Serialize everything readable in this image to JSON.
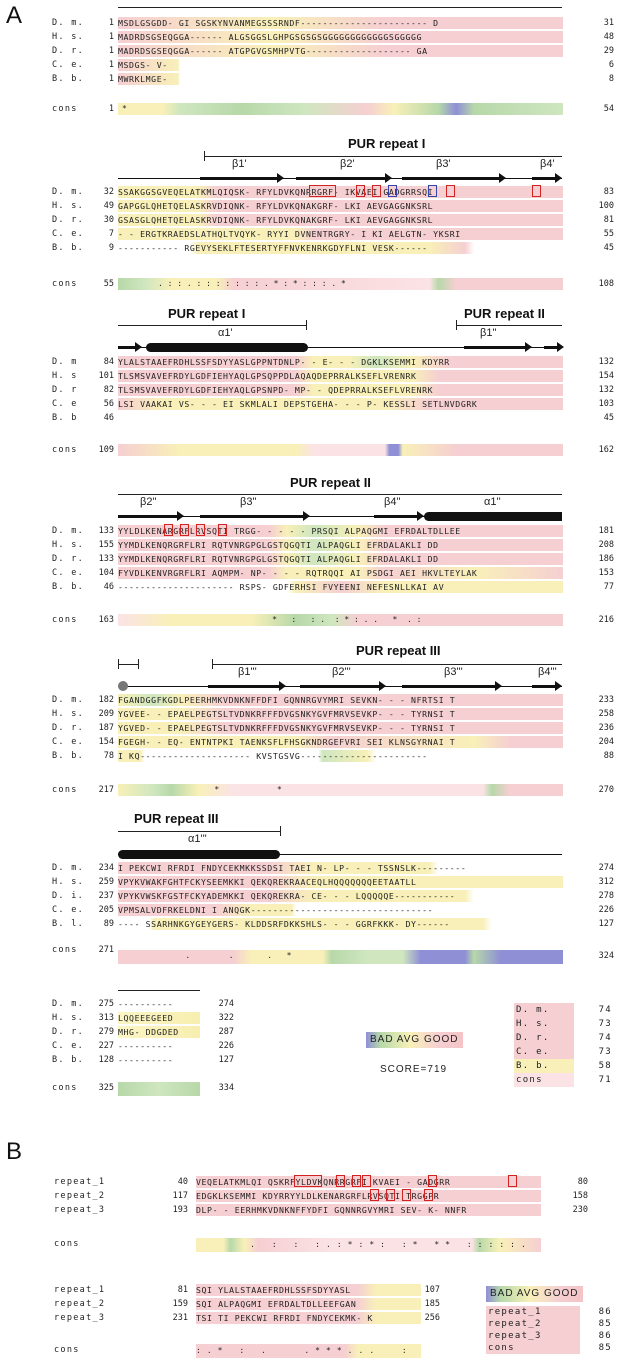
{
  "panels": {
    "a": "A",
    "b": "B"
  },
  "block1": {
    "rows": [
      {
        "sp": "D. m.",
        "start": "1",
        "seq": "MSDLGSGDD- GI SGSKYNVANMEGSSSRNDF----------------------- D",
        "end": "31"
      },
      {
        "sp": "H. s.",
        "start": "1",
        "seq": "MADRDSGSEQGGA------ ALGSGGSLGHPGSGSGSGGGGGGGGGGGGSGGGGG",
        "end": "48"
      },
      {
        "sp": "D. r.",
        "start": "1",
        "seq": "MADRDSGSEQGGA------ ATGPGVGSMHPVTG------------------- GA",
        "end": "29"
      },
      {
        "sp": "C. e.",
        "start": "1",
        "seq": "MSDGS- V-",
        "end": "6"
      },
      {
        "sp": "B. b.",
        "start": "1",
        "seq": "MWRKLMGE-",
        "end": "8"
      }
    ],
    "cons": {
      "label": "cons",
      "start": "1",
      "symbols": "*",
      "end": "54"
    }
  },
  "block2": {
    "repeat": "PUR repeat I",
    "ss": [
      "β1'",
      "β2'",
      "β3'",
      "β4'"
    ],
    "rows": [
      {
        "sp": "D. m.",
        "start": "32",
        "seq": "SSAKGGSGVEQELATKMLQIQSK- RFYLDVKQNRRGRF- IKVAEI GADGRRSQI",
        "end": "83"
      },
      {
        "sp": "H. s.",
        "start": "49",
        "seq": "GAPGGLQHETQELASKRVDIQNK- RFYLDVKQNAKGRF- LKI AEVGAGGNKSRL",
        "end": "100"
      },
      {
        "sp": "D. r.",
        "start": "30",
        "seq": "GSASGLQHETQELASKRVDIQNK- RFYLDVKQNAKGRF- LKI AEVGAGGNKSRL",
        "end": "81"
      },
      {
        "sp": "C. e.",
        "start": "7",
        "seq": "- - ERGTKRAEDSLATHQLTVQYK- RYYI DVNENTRGRY- I KI AELGTN- YKSRI",
        "end": "55"
      },
      {
        "sp": "B. b.",
        "start": "9",
        "seq": "----------- RGEVYSEKLFTESERTYFFNVKENRKGDYFLNI VESK------",
        "end": "45"
      }
    ],
    "cons": {
      "label": "cons",
      "start": "55",
      "symbols": ". : : .  :   :   :  : : : : . * : *   :   : : . * ",
      "end": "108"
    }
  },
  "block3": {
    "repeat_left": "PUR repeat I",
    "repeat_right": "PUR repeat II",
    "ss": [
      "α1'",
      "β1''"
    ],
    "rows": [
      {
        "sp": "D. m",
        "start": "84",
        "seq": "YLALSTAAEFRDHLSSFSDYYASLGPPNTDNLP- - E- - - DGKLKSEMMI KDYRR",
        "end": "132"
      },
      {
        "sp": "H. s",
        "start": "101",
        "seq": "TLSMSVAVEFRDYLGDFIEHYAQLGPSQPPDLAQAQDEPRRALKSEFLVRENRK",
        "end": "154"
      },
      {
        "sp": "D. r",
        "start": "82",
        "seq": "TLSMSVAVEFRDYLGDFIEHYAQLGPSNPD- MP- - QDEPRRALKSEFLVRENRK",
        "end": "132"
      },
      {
        "sp": "C. e",
        "start": "56",
        "seq": "LSI VAAKAI VS- - - EI SKMLALI DEPSTGEHA- - - P- KESSLI SETLNVDGRK",
        "end": "103"
      },
      {
        "sp": "B. b",
        "start": "46",
        "seq": "------------------------------------------------------",
        "end": "45"
      }
    ],
    "cons": {
      "label": "cons",
      "start": "109",
      "symbols": "",
      "end": "162"
    }
  },
  "block4": {
    "repeat": "PUR repeat II",
    "ss": [
      "β2''",
      "β3''",
      "β4''",
      "α1''"
    ],
    "rows": [
      {
        "sp": "D. m.",
        "start": "133",
        "seq": "YYLDLKENARGRFLRVSQTI TRGG- - - - - PRSQI ALPAQGMI EFRDALTDLLEE",
        "end": "181"
      },
      {
        "sp": "H. s.",
        "start": "155",
        "seq": "YYMDLKENQRGRFLRI RQTVNRGPGLGSTQGQTI ALPAQGLI EFRDALAKLI DD",
        "end": "208"
      },
      {
        "sp": "D. r.",
        "start": "133",
        "seq": "YYMDLKENQRGRFLRI RQTVNRGPGLGSTQGQTI ALPAQGLI EFRDALAKLI DD",
        "end": "186"
      },
      {
        "sp": "C. e.",
        "start": "104",
        "seq": "FYVDLKENVRGRFLRI AQMPM- NP- - - - RQTRQQI AI PSDGI AEI HKVLTEYLAK",
        "end": "153"
      },
      {
        "sp": "B. b.",
        "start": "46",
        "seq": "--------------------- RSPS- GDFERHSI FVYEENI NEFESNLLKAI AV",
        "end": "77"
      }
    ],
    "cons": {
      "label": "cons",
      "start": "163",
      "symbols": "                                *   :   : .  : * : . .   *  . :",
      "end": "216"
    }
  },
  "block5": {
    "repeat": "PUR repeat III",
    "ss": [
      "β1'''",
      "β2'''",
      "β3'''",
      "β4'''"
    ],
    "rows": [
      {
        "sp": "D. m.",
        "start": "182",
        "seq": "FGANDGGFKGDLPEERHMKVDNKNFFDFI GQNNRGVYMRI SEVKN- - - NFRTSI T",
        "end": "233"
      },
      {
        "sp": "H. s.",
        "start": "209",
        "seq": "YGVEE- - EPAELPEGTSLTVDNKRFFFDVGSNKYGVFMRVSEVKP- - - TYRNSI T",
        "end": "258"
      },
      {
        "sp": "D. r.",
        "start": "187",
        "seq": "YGVED- - EPAELPEGTSLTVDNKRFFFDVGSNKYGVFMRVSEVKP- - - TYRNSI T",
        "end": "236"
      },
      {
        "sp": "C. e.",
        "start": "154",
        "seq": "FGEGH- - EQ- ENTNTPKI TAENKSFLFHSGKNDRGEFVRI SEI KLNSGYRNAI T",
        "end": "204"
      },
      {
        "sp": "B. b.",
        "start": "78",
        "seq": "I KQ-------------------- KVSTGSVG-----------------------",
        "end": "88"
      }
    ],
    "cons": {
      "label": "cons",
      "start": "217",
      "symbols": "                    *            *",
      "end": "270"
    }
  },
  "block6": {
    "repeat": "PUR repeat III",
    "ss": [
      "α1'''"
    ],
    "rows": [
      {
        "sp": "D. m.",
        "start": "234",
        "seq": "I PEKCWI RFRDI FNDYCEKMKKSSDSI TAEI N- LP- - - TSSNSLK---------",
        "end": "274"
      },
      {
        "sp": "H. s.",
        "start": "259",
        "seq": "VPYKVWAKFGHTFCKYSEEMKKI QEKQREKRAACEQLHQQQQQQQEETAATLL",
        "end": "312"
      },
      {
        "sp": "D. i.",
        "start": "237",
        "seq": "VPYKVWSKFGSTFCKYADEMKKI QEKQREKRA- CE- - - LQQQQQE-----------",
        "end": "278"
      },
      {
        "sp": "C. e.",
        "start": "205",
        "seq": "VPMSALVDFRKELDNI I ANQGK---------------------------------",
        "end": "226"
      },
      {
        "sp": "B. l.",
        "start": "89",
        "seq": "---- SSARHNKGYGEYGERS- KLDDSRFDKKSHLS- - - GGRFKKK- DY------",
        "end": "127"
      }
    ],
    "cons": {
      "label": "cons",
      "start": "271",
      "symbols": "              .        .       .   *",
      "end": "324"
    }
  },
  "block7": {
    "rows": [
      {
        "sp": "D. m.",
        "start": "275",
        "seq": "----------",
        "end": "274"
      },
      {
        "sp": "H. s.",
        "start": "313",
        "seq": "LQQEEEGEED",
        "end": "322"
      },
      {
        "sp": "D. r.",
        "start": "279",
        "seq": "MHG- DDGDED",
        "end": "287"
      },
      {
        "sp": "C. e.",
        "start": "227",
        "seq": "----------",
        "end": "226"
      },
      {
        "sp": "B. b.",
        "start": "128",
        "seq": "----------",
        "end": "127"
      }
    ],
    "cons": {
      "label": "cons",
      "start": "325",
      "end": "334"
    }
  },
  "legendA": {
    "scale": "BAD AVG GOOD",
    "score": "SCORE=719",
    "scores": [
      {
        "n": "D. m.",
        "v": "74"
      },
      {
        "n": "H. s.",
        "v": "73"
      },
      {
        "n": "D. r.",
        "v": "74"
      },
      {
        "n": "C. e.",
        "v": "73"
      },
      {
        "n": "B. b.",
        "v": "58"
      },
      {
        "n": "cons",
        "v": "71"
      }
    ]
  },
  "panelB": {
    "block1": {
      "rows": [
        {
          "nm": "repeat_1",
          "start": "40",
          "seq": "VEQELATKMLQI QSKRFYLDVKQNRRGRFI KVAEI - GADGRR",
          "end": "80"
        },
        {
          "nm": "repeat_2",
          "start": "117",
          "seq": "EDGKLKSEMMI KDYRRYYLDLKENARGRFLRVSQTI TRGGPR",
          "end": "158"
        },
        {
          "nm": "repeat_3",
          "start": "193",
          "seq": "DLP- - EERHMKVDNKNFFYDFI GQNNRGVYMRI SEV- K- NNFR",
          "end": "230"
        }
      ],
      "cons": {
        "label": "cons",
        "symbols": "          .   :   :   : . : * : * :   : *   * *   : : : : : .           .   *"
      }
    },
    "block2": {
      "rows": [
        {
          "nm": "repeat_1",
          "start": "81",
          "seq": "SQI YLALSTAAEFRDHLSSFSDYYASL",
          "end": "107"
        },
        {
          "nm": "repeat_2",
          "start": "159",
          "seq": "SQI ALPAQGMI EFRDALTDLLEEFGAN",
          "end": "185"
        },
        {
          "nm": "repeat_3",
          "start": "231",
          "seq": "TSI TI PEKCWI RFRDI FNDYCEKMK- K",
          "end": "256"
        }
      ],
      "cons": {
        "label": "cons",
        "symbols": ": . *   :   .       . * * * . . .     :"
      }
    },
    "legend": {
      "scale": "BAD AVG GOOD",
      "scores": [
        {
          "n": "repeat_1",
          "v": "86"
        },
        {
          "n": "repeat_2",
          "v": "85"
        },
        {
          "n": "repeat_3",
          "v": "86"
        },
        {
          "n": "cons",
          "v": "85"
        }
      ]
    }
  },
  "colors": {
    "high": "#f4c6c9",
    "mid": "#f8f0b8",
    "low": "#b7d8a9",
    "bad": "#8f8fd6",
    "box": "#d22222"
  }
}
